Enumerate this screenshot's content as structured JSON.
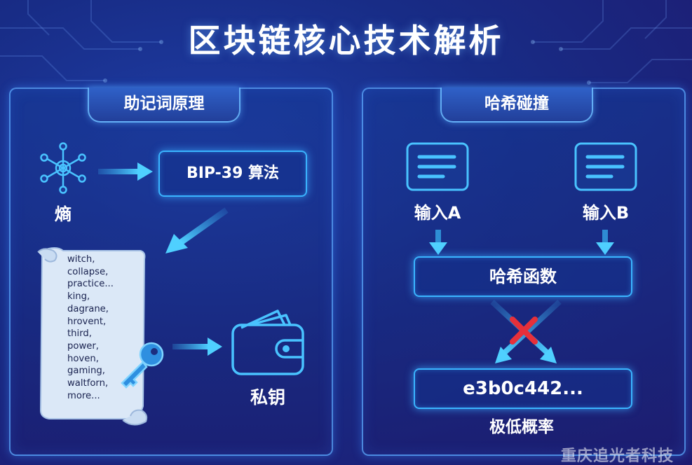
{
  "title": "区块链核心技术解析",
  "left_panel": {
    "tab_label": "助记词原理",
    "entropy_label": "熵",
    "algorithm_label": "BIP-39 算法",
    "mnemonic_words": [
      "witch,",
      "collapse,",
      "practice...",
      "king,",
      "dagrane,",
      "hrovent,",
      "third,",
      "power,",
      "hoven,",
      "gaming,",
      "waltforn,",
      "more..."
    ],
    "private_key_label": "私钥",
    "icons": [
      "network-icon",
      "scroll-icon",
      "key-icon",
      "wallet-icon"
    ]
  },
  "right_panel": {
    "tab_label": "哈希碰撞",
    "input_a_label": "输入A",
    "input_b_label": "输入B",
    "hash_function_label": "哈希函数",
    "hash_output": "e3b0c442...",
    "probability_label": "极低概率",
    "icons": [
      "document-icon",
      "document-icon",
      "cross-icon"
    ]
  },
  "watermark": "重庆追光者科技",
  "colors": {
    "accent": "#3ab4ff",
    "arrow": "#38b6f5",
    "cross": "#e6303a",
    "scroll": "#dce9f7"
  }
}
